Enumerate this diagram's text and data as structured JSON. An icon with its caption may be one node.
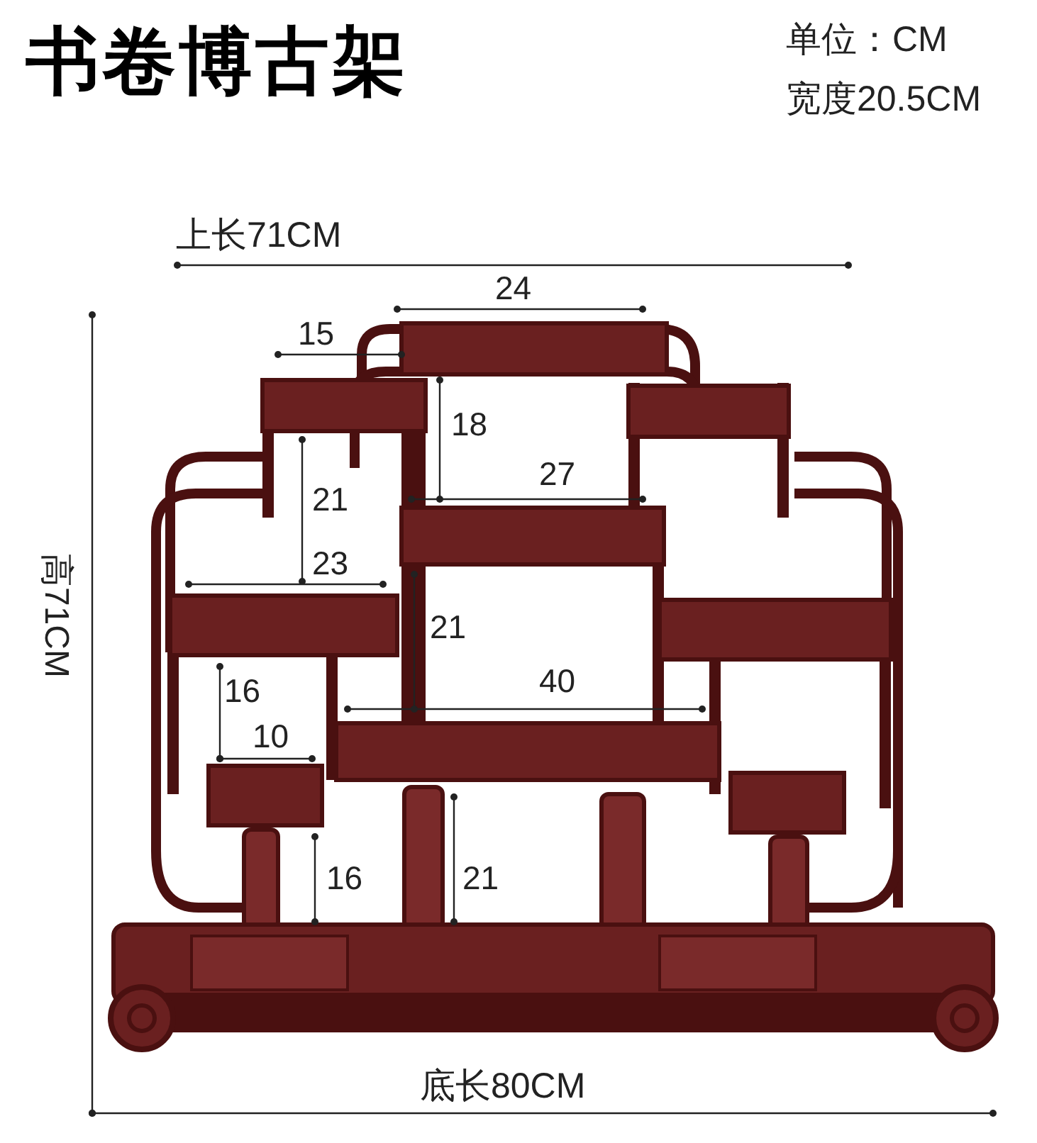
{
  "diagram": {
    "title": "书卷博古架",
    "labels": [
      "单位：CM",
      "宽度20.5CM",
      "上长71CM",
      "24",
      "15",
      "18",
      "27",
      "21",
      "高71CM",
      "23",
      "21",
      "16",
      "40",
      "10",
      "16",
      "21",
      "底长80CM"
    ]
  }
}
